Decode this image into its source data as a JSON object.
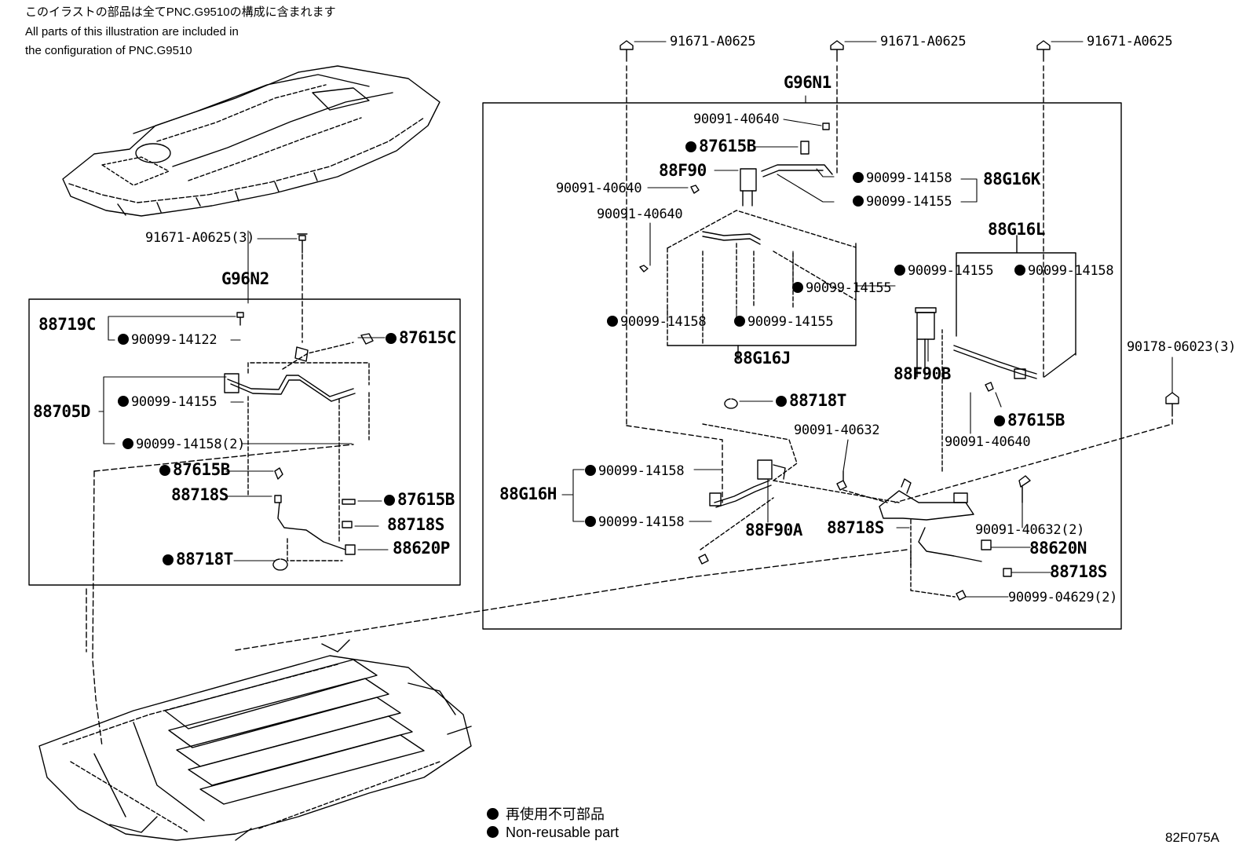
{
  "notes": {
    "jp": "このイラストの部品は全てPNC.G9510の構成に含まれます",
    "en_line1": "All parts of this illustration are included in",
    "en_line2": "the configuration of PNC.G9510"
  },
  "groups": {
    "left": "G96N2",
    "right": "G96N1"
  },
  "labels": {
    "l01": "91671-A0625(3)",
    "l02": "88719C",
    "l03": "90099-14122",
    "l04": "87615C",
    "l05": "88705D",
    "l06": "90099-14155",
    "l07": "90099-14158(2)",
    "l08": "87615B",
    "l09": "88718S",
    "l10": "87615B",
    "l11": "88718S",
    "l12": "88718T",
    "l13": "88620P",
    "r01": "91671-A0625",
    "r02": "91671-A0625",
    "r03": "91671-A0625",
    "r04": "90091-40640",
    "r05": "87615B",
    "r06": "88F90",
    "r07": "90099-14158",
    "r08": "88G16K",
    "r09": "90099-14155",
    "r10": "90091-40640",
    "r11": "90091-40640",
    "r12": "88G16L",
    "r13": "90099-14155",
    "r14": "90099-14158",
    "r15": "90099-14155",
    "r16": "90099-14158",
    "r17": "90099-14155",
    "r18": "88G16J",
    "r19": "88F90B",
    "r20": "90178-06023(3)",
    "r21": "88718T",
    "r22": "87615B",
    "r23": "90091-40640",
    "r24": "90091-40632",
    "r25": "88G16H",
    "r26": "90099-14158",
    "r27": "90099-14158",
    "r28": "88F90A",
    "r29": "88718S",
    "r30": "90091-40632(2)",
    "r31": "88620N",
    "r32": "88718S",
    "r33": "90099-04629(2)"
  },
  "legend": {
    "jp": "再使用不可部品",
    "en": "Non-reusable part"
  },
  "illustration_code": "82F075A"
}
